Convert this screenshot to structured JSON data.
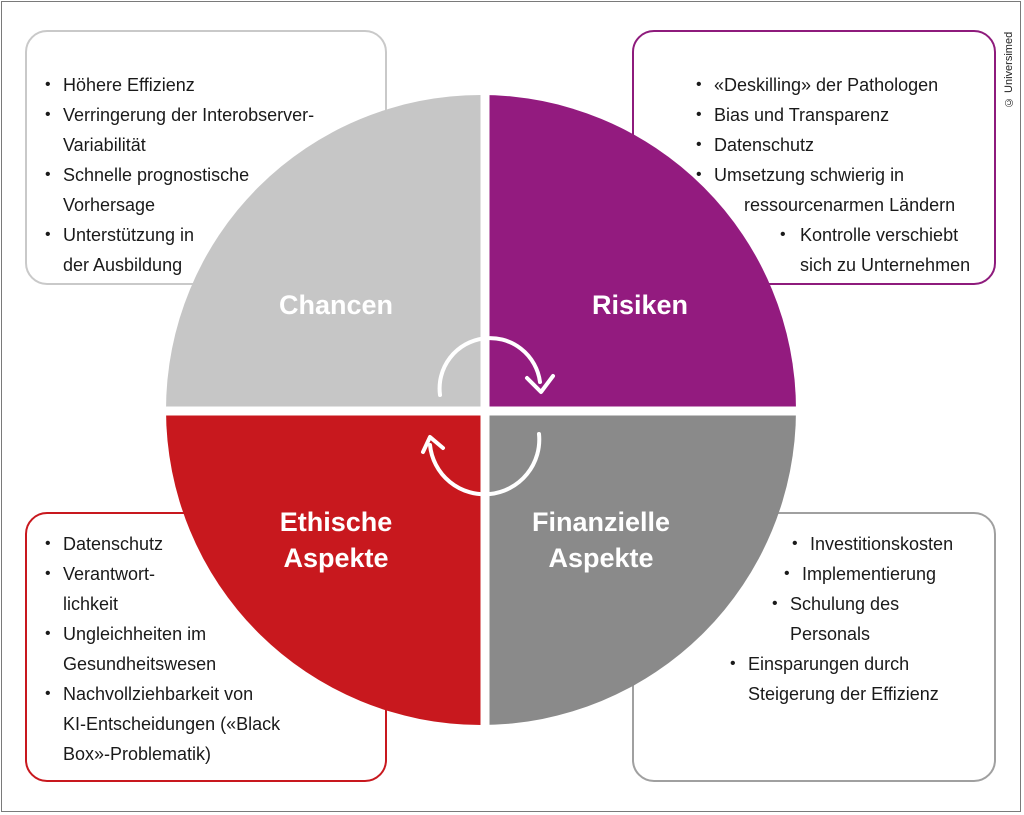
{
  "copyright": "© Universimed",
  "quadrants": {
    "chancen": {
      "title": "Chancen",
      "color": "#c6c6c6"
    },
    "risiken": {
      "title": "Risiken",
      "color": "#931b7f"
    },
    "ethik": {
      "title_line1": "Ethische",
      "title_line2": "Aspekte",
      "color": "#c8181e"
    },
    "finanz": {
      "title_line1": "Finanzielle",
      "title_line2": "Aspekte",
      "color": "#8a8a8a"
    }
  },
  "boxes": {
    "chancen": {
      "border_color": "#c9c9c9",
      "items": [
        "Höhere Effizienz",
        "Verringerung der Interobserver-",
        "Variabilität",
        "Schnelle prognostische",
        "Vorhersage",
        "Unterstützung in",
        "der Ausbildung"
      ]
    },
    "risiken": {
      "border_color": "#8e1b7c",
      "items": [
        "«Deskilling» der Pathologen",
        "Bias und Transparenz",
        "Datenschutz",
        "Umsetzung schwierig in",
        "ressourcenarmen Ländern",
        "Kontrolle verschiebt",
        "sich zu Unternehmen"
      ]
    },
    "ethik": {
      "border_color": "#c8181e",
      "items": [
        "Datenschutz",
        "Verantwort-",
        "lichkeit",
        "Ungleichheiten im",
        "Gesundheitswesen",
        "Nachvollziehbarkeit von",
        "KI-Entscheidungen («Black",
        "Box»-Problematik)"
      ]
    },
    "finanz": {
      "border_color": "#a0a0a0",
      "items": [
        "Investitionskosten",
        "Implementierung",
        "Schulung des",
        "Personals",
        "Einsparungen durch",
        "Steigerung der Effizienz"
      ]
    }
  }
}
